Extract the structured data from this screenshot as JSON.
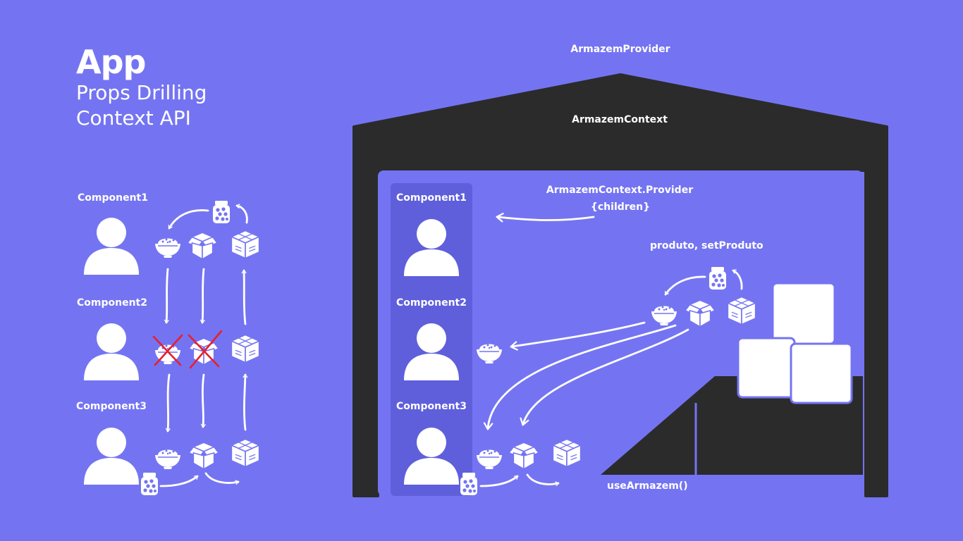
{
  "header": {
    "app": "App",
    "lines": [
      "Props Drilling",
      "Context API"
    ]
  },
  "left_diagram": {
    "components": [
      "Component1",
      "Component2",
      "Component3"
    ]
  },
  "right_diagram": {
    "provider_label": "ArmazemProvider",
    "context_label": "ArmazemContext",
    "context_provider": "ArmazemContext.Provider",
    "children": "{children}",
    "state_label": "produto, setProduto",
    "hook_label": "useArmazem()",
    "components": [
      "Component1",
      "Component2",
      "Component3"
    ]
  },
  "colors": {
    "background": "#7474f2",
    "warehouse": "#2b2b2b",
    "column": "#5f5fdc",
    "cross": "#e8202a"
  }
}
